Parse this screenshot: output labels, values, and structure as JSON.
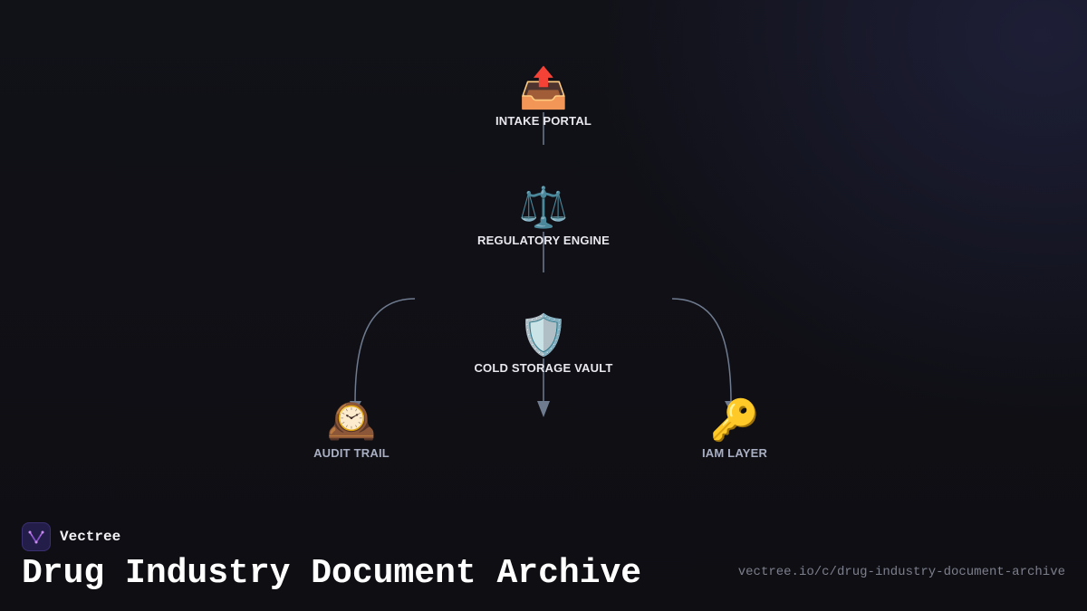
{
  "nodes": {
    "intake_portal": {
      "icon": "📤",
      "icon_name": "outbox-tray-icon",
      "label": "INTAKE PORTAL"
    },
    "regulatory_engine": {
      "icon": "⚖️",
      "icon_name": "balance-scale-icon",
      "label": "REGULATORY ENGINE"
    },
    "cold_storage_vault": {
      "icon": "🛡️",
      "icon_name": "shield-icon",
      "label": "COLD STORAGE VAULT"
    },
    "audit_trail": {
      "icon": "🕰️",
      "icon_name": "mantelpiece-clock-icon",
      "label": "AUDIT TRAIL"
    },
    "iam_layer": {
      "icon": "🔑",
      "icon_name": "key-icon",
      "label": "IAM LAYER"
    }
  },
  "edges": [
    {
      "from": "INTAKE PORTAL",
      "to": "REGULATORY ENGINE"
    },
    {
      "from": "REGULATORY ENGINE",
      "to": "COLD STORAGE VAULT"
    },
    {
      "from": "REGULATORY ENGINE",
      "to": "AUDIT TRAIL"
    },
    {
      "from": "COLD STORAGE VAULT",
      "to": "below"
    },
    {
      "from": "REGULATORY ENGINE",
      "to": "IAM LAYER"
    }
  ],
  "brand": {
    "name": "Vectree",
    "logo_icon": "vectree-logo-icon"
  },
  "title": "Drug Industry Document Archive",
  "url": "vectree.io/c/drug-industry-document-archive",
  "colors": {
    "background": "#0f0f14",
    "edge": "#6f7b8f",
    "label": "#e8e8ee",
    "label_dim": "#a9afc2",
    "logo_bg": "#231d4a",
    "logo_accent": "#b06ce6"
  }
}
